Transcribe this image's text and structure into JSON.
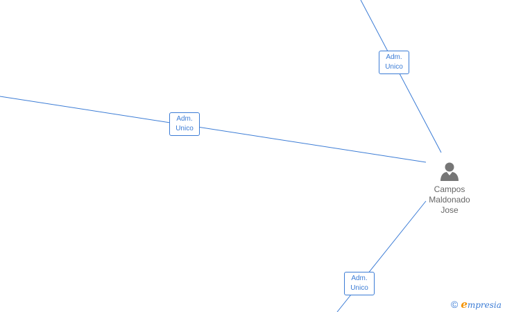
{
  "colors": {
    "edge": "#3a7bd5",
    "label_text": "#3a7bd5",
    "person_icon": "#767676",
    "person_text": "#666666",
    "brand_accent": "#f39200"
  },
  "edges": [
    {
      "label_line1": "Adm.",
      "label_line2": "Unico"
    },
    {
      "label_line1": "Adm.",
      "label_line2": "Unico"
    },
    {
      "label_line1": "Adm.",
      "label_line2": "Unico"
    }
  ],
  "person": {
    "icon": "person-icon",
    "name_line1": "Campos",
    "name_line2": "Maldonado",
    "name_line3": "Jose"
  },
  "brand": {
    "copyright_symbol": "©",
    "initial": "e",
    "name_rest": "mpresia"
  }
}
